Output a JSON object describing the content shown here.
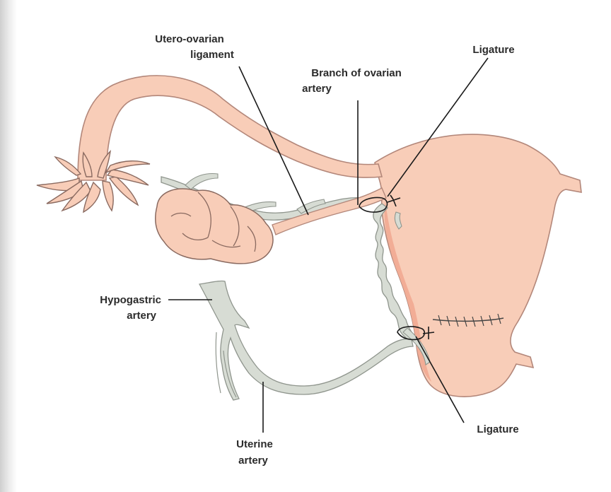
{
  "labels": {
    "utero_ovarian_1": "Utero-ovarian",
    "utero_ovarian_2": "ligament",
    "branch_1": "Branch of ovarian",
    "branch_2": "artery",
    "ligature_top": "Ligature",
    "hypogastric_1": "Hypogastric",
    "hypogastric_2": "artery",
    "uterine_1": "Uterine",
    "uterine_2": "artery",
    "ligature_bottom": "Ligature"
  },
  "colors": {
    "tissue_fill": "#f8cdb8",
    "tissue_shadow": "#f2ad96",
    "tissue_outline": "#b3877a",
    "vessel_fill": "#d7dcd4",
    "vessel_outline": "#8f958d",
    "label_text": "#2b2b2b"
  }
}
